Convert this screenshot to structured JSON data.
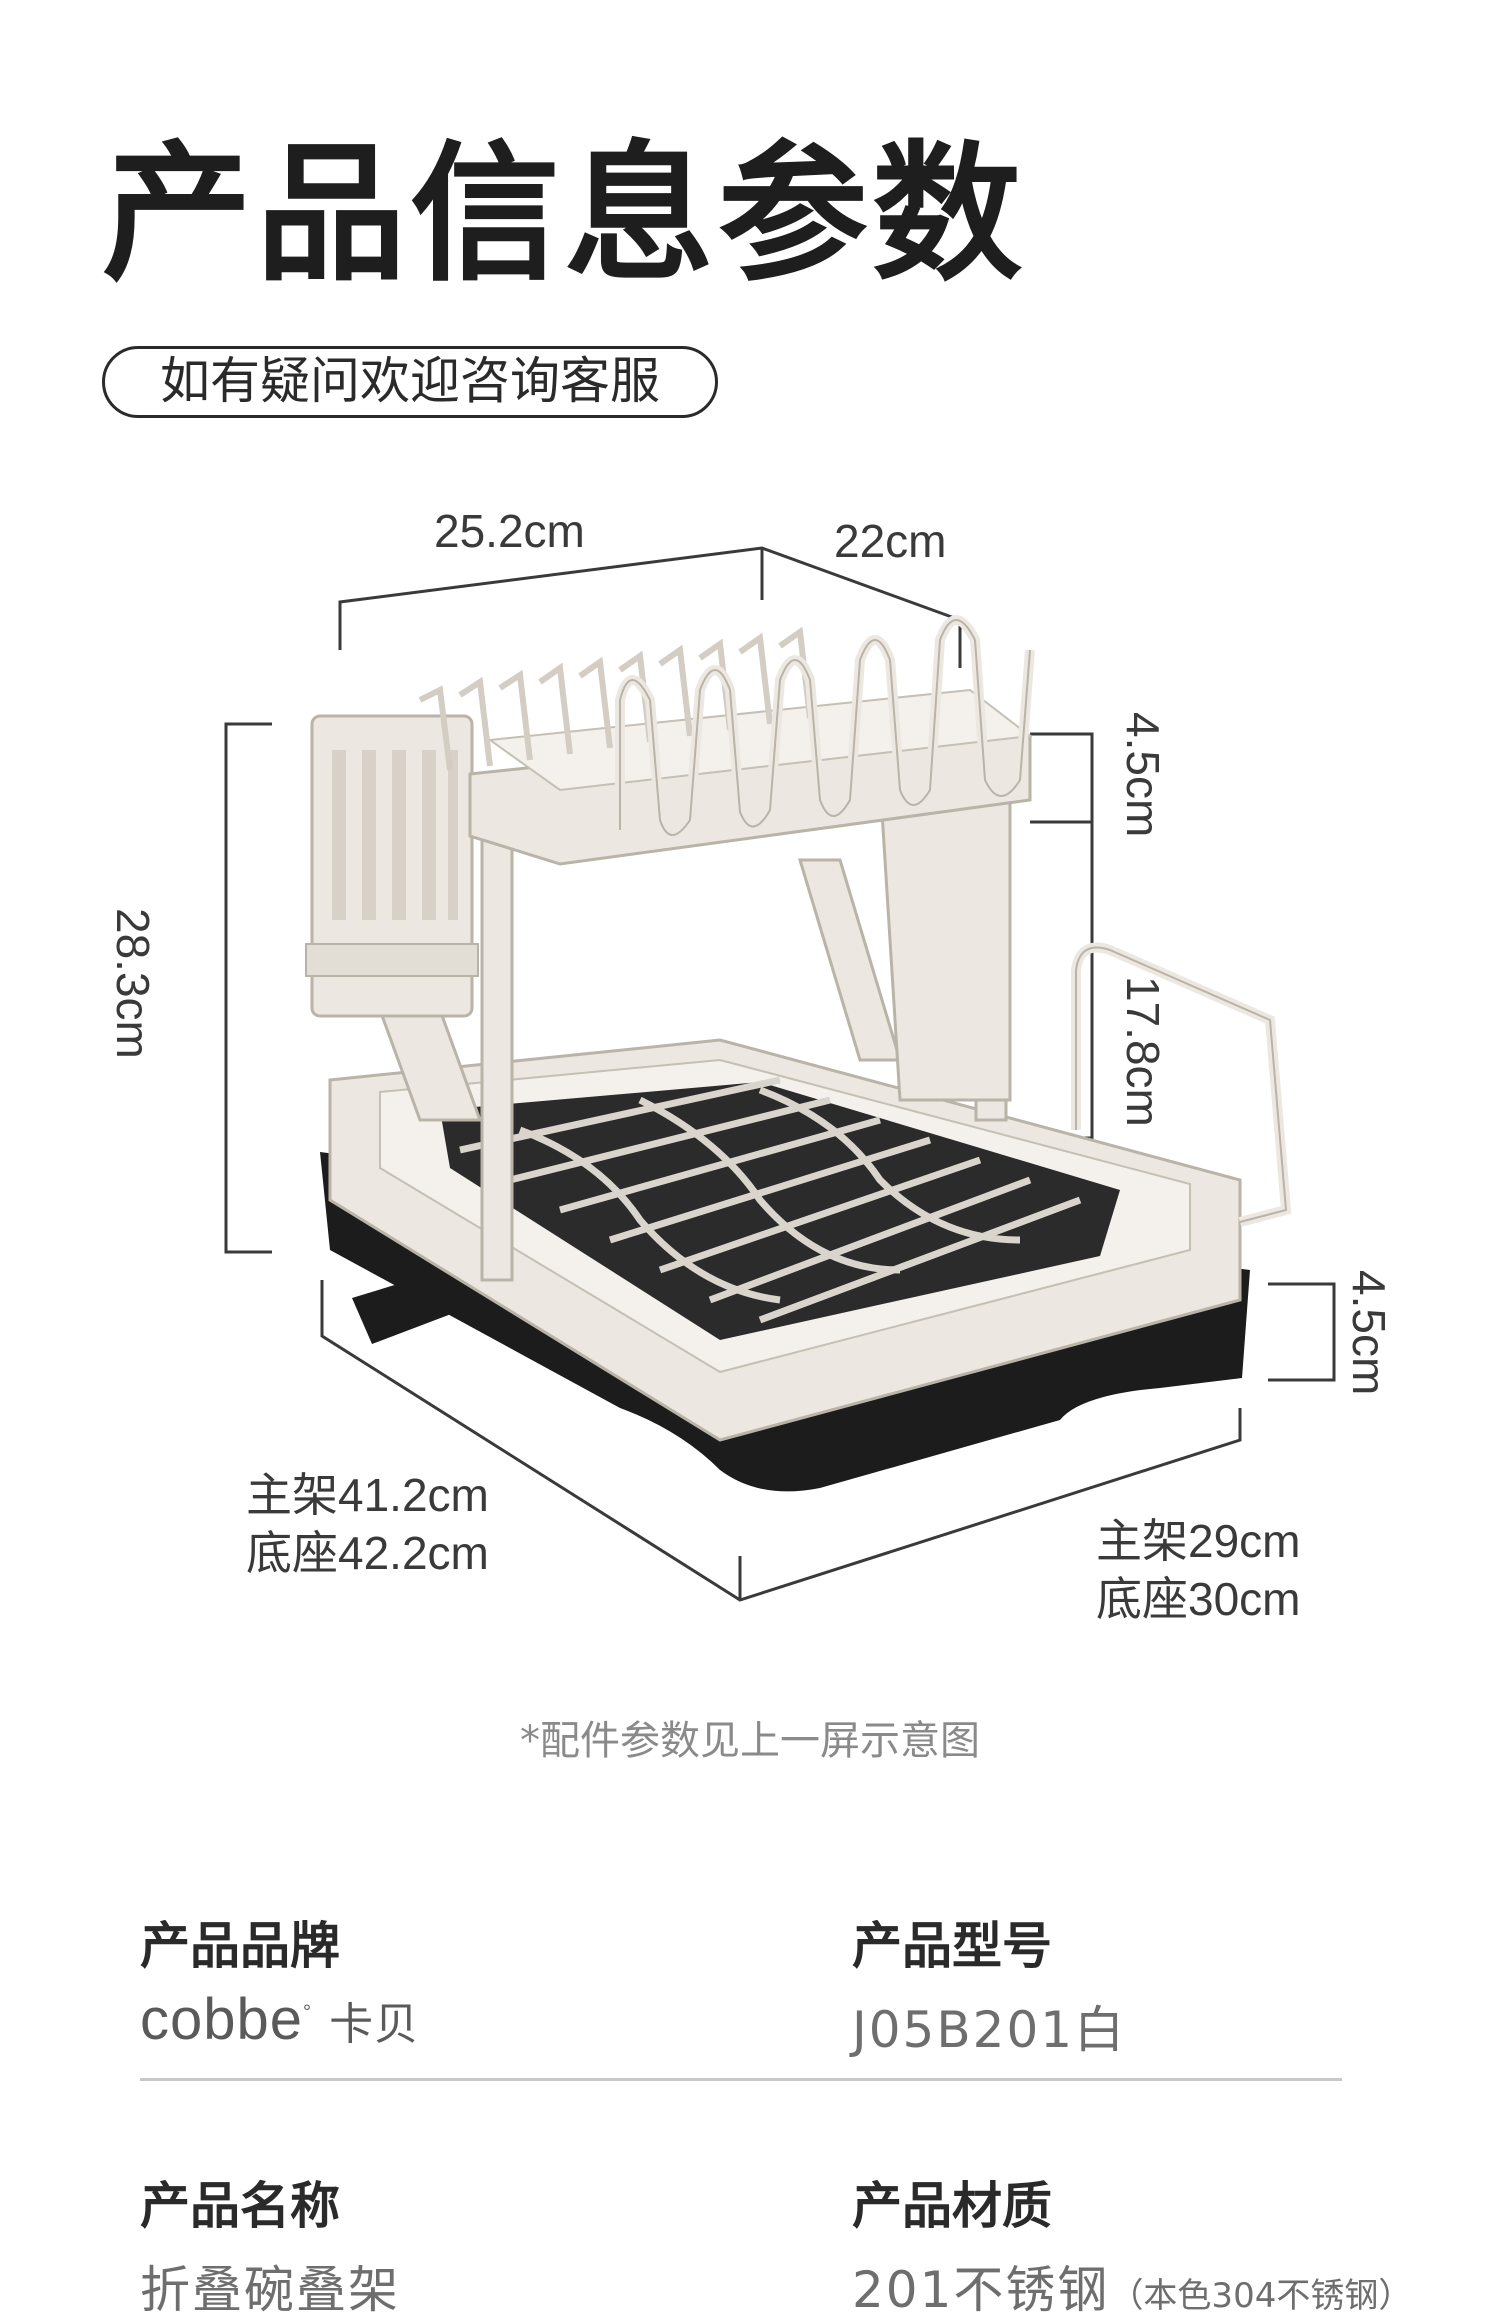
{
  "header": {
    "title": "产品信息参数",
    "pill_text": "如有疑问欢迎咨询客服"
  },
  "dimensions": {
    "top_width": "25.2cm",
    "top_depth": "22cm",
    "total_height": "28.3cm",
    "upper_gap": "4.5cm",
    "middle_height": "17.8cm",
    "base_height": "4.5cm",
    "length_main": "主架41.2cm",
    "length_base": "底座42.2cm",
    "width_main": "主架29cm",
    "width_base": "底座30cm"
  },
  "note": "*配件参数见上一屏示意图",
  "specs": {
    "brand_label": "产品品牌",
    "brand_logo_text": "cobbe",
    "brand_logo_cn": "卡贝",
    "model_label": "产品型号",
    "model_value": "J05B201白",
    "name_label": "产品名称",
    "name_value": "折叠碗叠架",
    "material_label": "产品材质",
    "material_value": "201不锈钢",
    "material_note": "（本色304不锈钢）"
  },
  "colors": {
    "rack_body": "#ece8e1",
    "rack_outline": "#b9b3a8",
    "base_tray": "#1c1c1c",
    "dimension_line": "#3a3a3a"
  }
}
